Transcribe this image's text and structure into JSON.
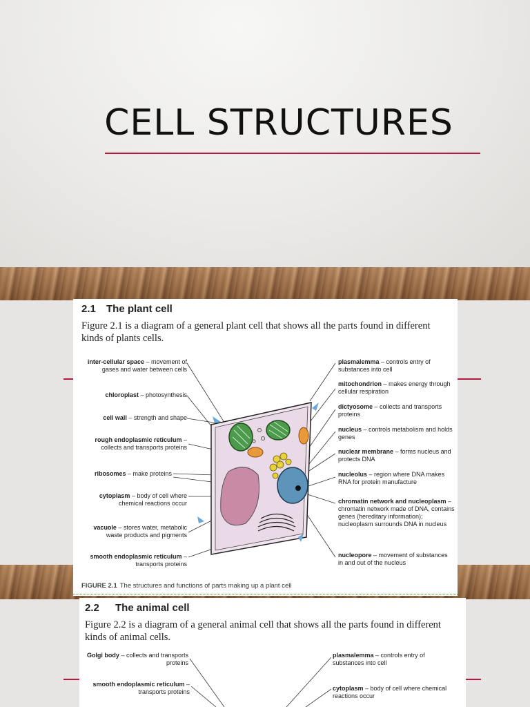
{
  "slide": {
    "title": "CELL STRUCTURES"
  },
  "plant": {
    "section_num": "2.1",
    "section_title": "The plant cell",
    "intro": "Figure 2.1 is a diagram of a general plant cell that shows all the parts found in different kinds of plants cells.",
    "caption_label": "FIGURE 2.1",
    "caption_text": "The structures and functions of parts making up a plant cell",
    "left_labels": [
      {
        "term": "inter-cellular space",
        "desc": " – movement of gases and water between cells"
      },
      {
        "term": "chloroplast",
        "desc": " – photosynthesis"
      },
      {
        "term": "cell wall",
        "desc": " – strength and shape"
      },
      {
        "term": "rough endoplasmic reticulum",
        "desc": " – collects and transports proteins"
      },
      {
        "term": "ribosomes",
        "desc": " – make proteins"
      },
      {
        "term": "cytoplasm",
        "desc": " – body of cell where chemical reactions occur"
      },
      {
        "term": "vacuole",
        "desc": " – stores water, metabolic waste products and pigments"
      },
      {
        "term": "smooth endoplasmic reticulum",
        "desc": " – transports proteins"
      }
    ],
    "right_labels": [
      {
        "term": "plasmalemma",
        "desc": " – controls entry of substances into cell"
      },
      {
        "term": "mitochondrion",
        "desc": " – makes energy through cellular respiration"
      },
      {
        "term": "dictyosome",
        "desc": " – collects and transports proteins"
      },
      {
        "term": "nucleus",
        "desc": " – controls metabolism and holds genes"
      },
      {
        "term": "nuclear membrane",
        "desc": " – forms nucleus and protects DNA"
      },
      {
        "term": "nucleolus",
        "desc": " – region where DNA makes RNA for protein manufacture"
      },
      {
        "term": "chromatin network and nucleoplasm",
        "desc": " – chromatin network made of DNA, contains genes (hereditary information); nucleoplasm surrounds DNA in nucleus"
      },
      {
        "term": "nucleopore",
        "desc": " – movement of substances in and out of the nucleus"
      }
    ]
  },
  "animal": {
    "section_num": "2.2",
    "section_title": "The animal cell",
    "intro": "Figure 2.2 is a diagram of a general animal cell that shows all the parts found in different kinds of animal cells.",
    "left_labels": [
      {
        "term": "Golgi body",
        "desc": " – collects and transports proteins"
      },
      {
        "term": "smooth endoplasmic reticulum",
        "desc": " – transports proteins"
      }
    ],
    "right_labels": [
      {
        "term": "plasmalemma",
        "desc": " – controls entry of substances into cell"
      },
      {
        "term": "cytoplasm",
        "desc": " – body of cell where chemical reactions occur"
      }
    ]
  },
  "colors": {
    "accent": "#b5183e",
    "cell": "#ecdfe8",
    "vacuole": "#c98aa6",
    "chloroplast": "#4c9a4c"
  }
}
